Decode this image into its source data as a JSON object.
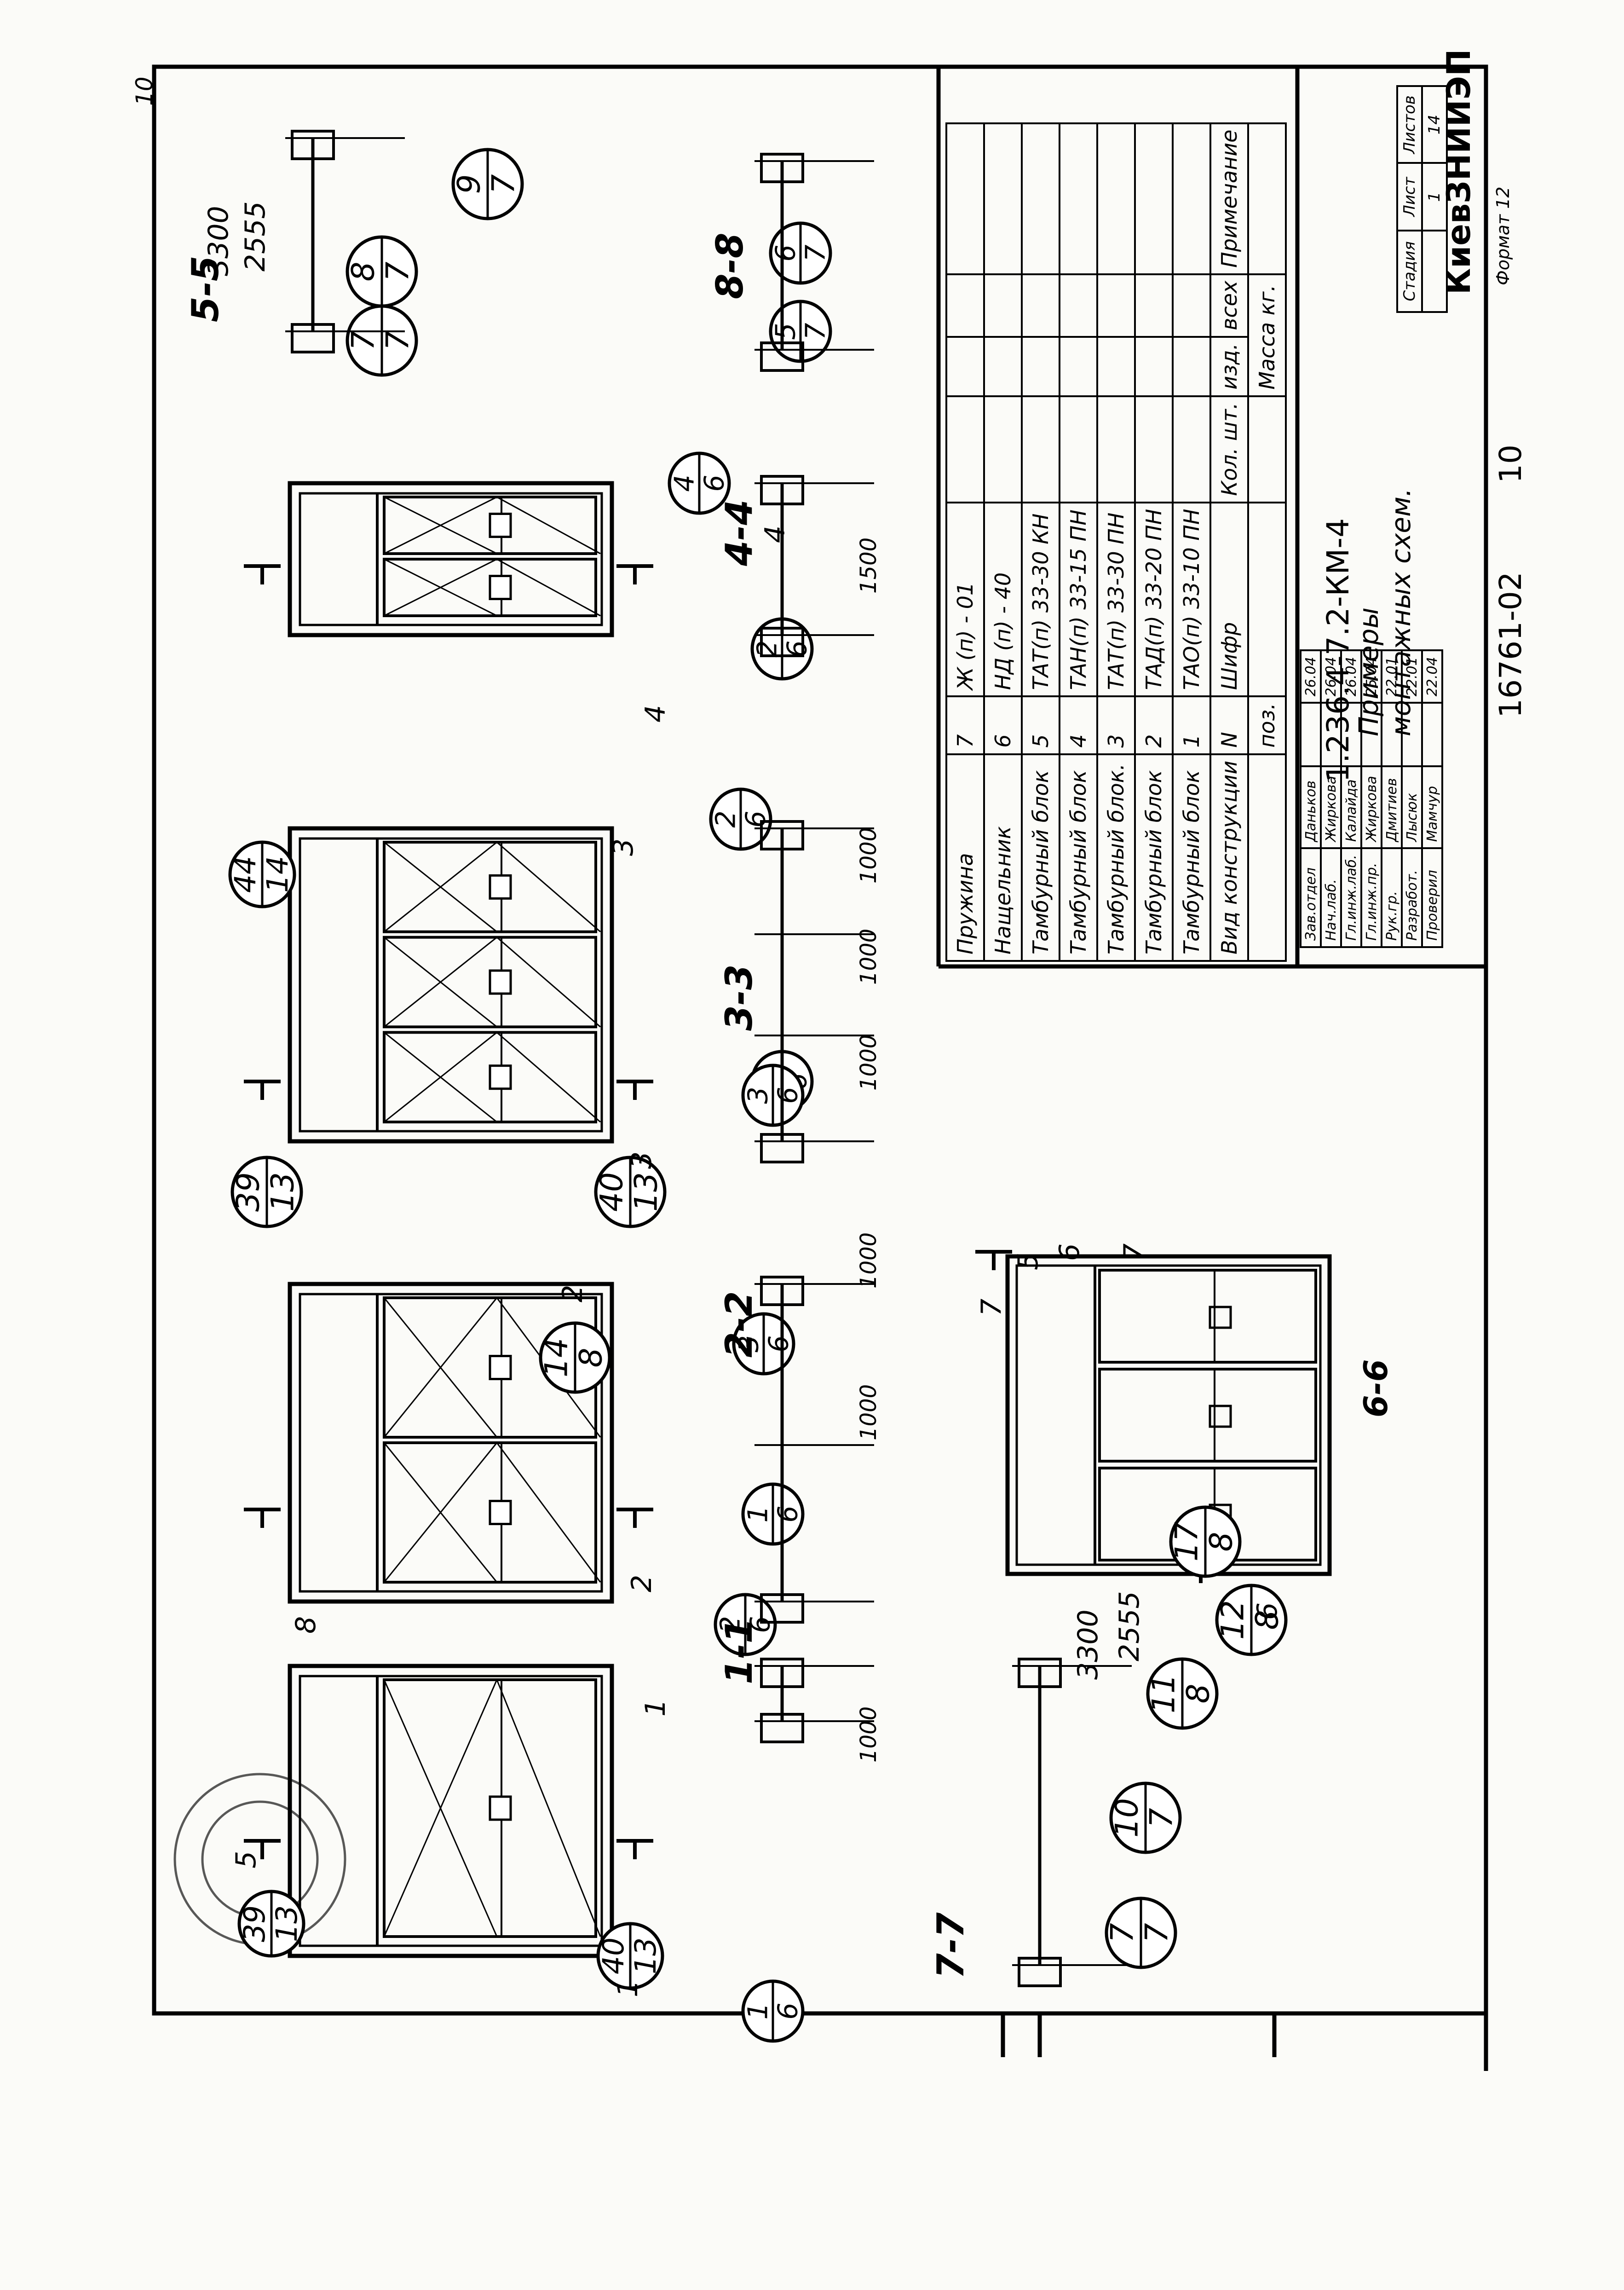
{
  "sheet": {
    "corner_page_number": "10",
    "code": "1.236.4-7.2-КМ-4",
    "title": "Примеры монтажных схем.",
    "organization": "КиевЗНИИЭП",
    "format": "Формат 12",
    "archive_number": "16761-02",
    "archive_page": "10"
  },
  "sections": [
    {
      "id": "s1",
      "label": "1-1"
    },
    {
      "id": "s2",
      "label": "2-2"
    },
    {
      "id": "s3",
      "label": "3-3"
    },
    {
      "id": "s4",
      "label": "4-4"
    },
    {
      "id": "s5",
      "label": "5-5"
    },
    {
      "id": "s6",
      "label": "6-6"
    },
    {
      "id": "s7",
      "label": "7-7"
    },
    {
      "id": "s8",
      "label": "8-8"
    }
  ],
  "cut_marks": [
    "1",
    "2",
    "3",
    "4",
    "5",
    "6",
    "7",
    "8"
  ],
  "dimensions": {
    "d1000": "1000",
    "d1500": "1500",
    "d3300": "3300",
    "d2555": "2555"
  },
  "callouts": {
    "1_6": [
      "1",
      "6"
    ],
    "2_6": [
      "2",
      "6"
    ],
    "3_6": [
      "3",
      "6"
    ],
    "4_6": [
      "4",
      "6"
    ],
    "5_7": [
      "5",
      "7"
    ],
    "6_7": [
      "6",
      "7"
    ],
    "7_7": [
      "7",
      "7"
    ],
    "8_7": [
      "8",
      "7"
    ],
    "9_7": [
      "9",
      "7"
    ],
    "10_7": [
      "10",
      "7"
    ],
    "11_8": [
      "11",
      "8"
    ],
    "12_8": [
      "12",
      "8"
    ],
    "14_8": [
      "14",
      "8"
    ],
    "17_8": [
      "17",
      "8"
    ],
    "39_13": [
      "39",
      "13"
    ],
    "40_13": [
      "40",
      "13"
    ],
    "44_14": [
      "44",
      "14"
    ]
  },
  "position_labels": [
    "1",
    "2",
    "3",
    "4",
    "5",
    "6",
    "7"
  ],
  "specification": {
    "headers": {
      "name": "Вид конструкции",
      "pos": "поз.",
      "code": "Шифр",
      "qty": "Кол. шт.",
      "mass_label": "Масса кг.",
      "mass_item": "изд.",
      "mass_total": "всех",
      "notes": "Примечание"
    },
    "pos_symbol": "N",
    "rows": [
      {
        "name": "Пружина",
        "pos": "7",
        "code": "Ж (п) - 01"
      },
      {
        "name": "Нащельник",
        "pos": "6",
        "code": "НД (п) - 40"
      },
      {
        "name": "Тамбурный блок",
        "pos": "5",
        "code": "ТАТ(п) 33-30 КН"
      },
      {
        "name": "Тамбурный блок",
        "pos": "4",
        "code": "ТАН(п) 33-15 ПН"
      },
      {
        "name": "Тамбурный блок.",
        "pos": "3",
        "code": "ТАТ(п) 33-30 ПН"
      },
      {
        "name": "Тамбурный блок",
        "pos": "2",
        "code": "ТАД(п) 33-20 ПН"
      },
      {
        "name": "Тамбурный блок",
        "pos": "1",
        "code": "ТАО(п) 33-10 ПН"
      }
    ]
  },
  "staff": [
    {
      "role": "Зав.отдел",
      "name": "Даньков",
      "date": "26.04"
    },
    {
      "role": "Нач.лаб.",
      "name": "Жиркова",
      "date": "26.04"
    },
    {
      "role": "Гл.инж.лаб.",
      "name": "Калайда",
      "date": "26.04"
    },
    {
      "role": "Гл.инж.пр.",
      "name": "Жиркова",
      "date": "25.04"
    },
    {
      "role": "Рук.гр.",
      "name": "Дмитиев",
      "date": "22.01"
    },
    {
      "role": "Разработ.",
      "name": "Лысюк",
      "date": "22.01"
    },
    {
      "role": "Проверил",
      "name": "Мамчур",
      "date": "22.04"
    }
  ],
  "sheet_info": {
    "stage_label": "Стадия",
    "sheet_label": "Лист",
    "sheets_label": "Листов",
    "sheet_value": "1",
    "sheets_value": "14"
  }
}
